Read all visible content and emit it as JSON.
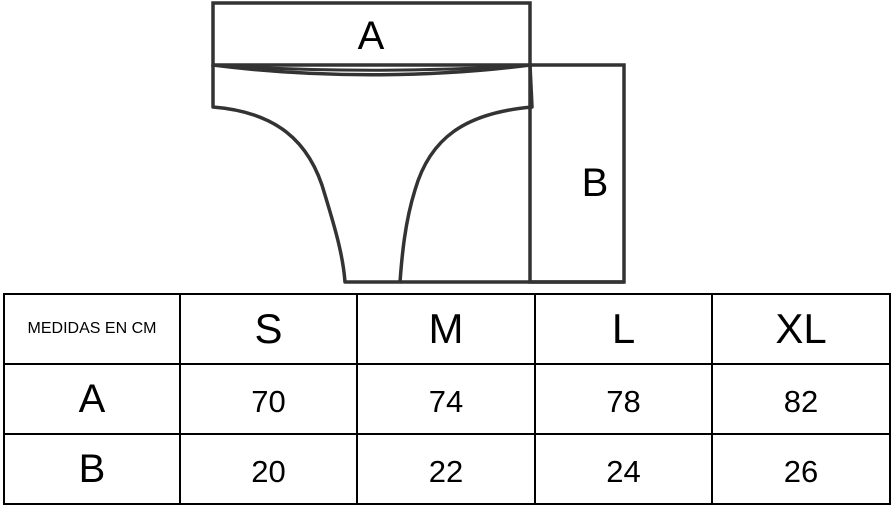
{
  "diagram": {
    "label_a": "A",
    "label_b": "B"
  },
  "table": {
    "corner_label": "MEDIDAS EN CM",
    "sizes": [
      "S",
      "M",
      "L",
      "XL"
    ],
    "rows": [
      {
        "label": "A",
        "values": [
          "70",
          "74",
          "78",
          "82"
        ]
      },
      {
        "label": "B",
        "values": [
          "20",
          "22",
          "24",
          "26"
        ]
      }
    ]
  },
  "colors": {
    "outline": "#333333",
    "text": "#000000",
    "background": "#ffffff"
  }
}
